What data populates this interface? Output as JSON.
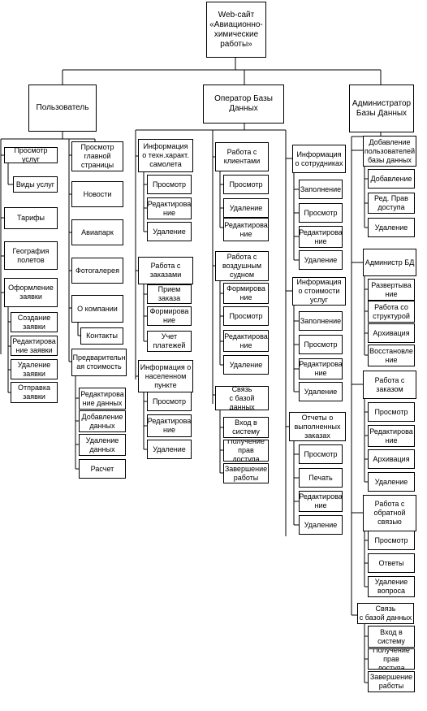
{
  "diagram": {
    "root": "Web-сайт\n«Авиационно-\nхимические\nработы»",
    "user": {
      "title": "Пользователь",
      "services": "Просмотр услуг",
      "service_types": "Виды услуг",
      "tariffs": "Тарифы",
      "geography": "География\nполетов",
      "application": "Оформление\nзаявки",
      "app_create": "Создание\nзаявки",
      "app_edit": "Редактирова\nние заявки",
      "app_delete": "Удаление\nзаявки",
      "app_send": "Отправка\nзаявки",
      "main_page": "Просмотр\nглавной\nстраницы",
      "news": "Новости",
      "fleet": "Авиапарк",
      "gallery": "Фотогалерея",
      "about": "О компании",
      "contacts": "Контакты",
      "prelim_cost": "Предварительн\nая стоимость",
      "cost_edit": "Редактирова\nние данных",
      "cost_add": "Добавление\nданных",
      "cost_delete": "Удаление\nданных",
      "calc": "Расчет"
    },
    "operator": {
      "title": "Оператор Базы\nДанных",
      "aircraft_info": "Информация\nо техн.характ.\nсамолета",
      "ai_view": "Просмотр",
      "ai_edit": "Редактирова\nние",
      "ai_delete": "Удаление",
      "orders": "Работа с\nзаказами",
      "ord_receive": "Прием\nзаказа",
      "ord_form": "Формирова\nние",
      "ord_payments": "Учет\nплатежей",
      "settlement": "Информация о\nнаселенном\nпункте",
      "set_view": "Просмотр",
      "set_edit": "Редактирова\nние",
      "set_delete": "Удаление",
      "clients": "Работа с\nклиентами",
      "cl_view": "Просмотр",
      "cl_delete": "Удаление",
      "cl_edit": "Редактирова\nние",
      "vessel": "Работа с\nвоздушным\nсудном",
      "ves_form": "Формирова\nние",
      "ves_view": "Просмотр",
      "ves_edit": "Редактирова\nние",
      "ves_delete": "Удаление",
      "db": "Связь\nс базой данных",
      "db_login": "Вход в\nсистему",
      "db_access": "Получение\nправ доступа",
      "db_finish": "Завершение\nработы",
      "staff": "Информация\nо сотрудниках",
      "st_fill": "Заполнение",
      "st_view": "Просмотр",
      "st_edit": "Редактирова\nние",
      "st_delete": "Удаление",
      "svc_cost": "Информация\nо стоимости\nуслуг",
      "sc_fill": "Заполнение",
      "sc_view": "Просмотр",
      "sc_edit": "Редактирова\nние",
      "sc_delete": "Удаление",
      "reports": "Отчеты о\nвыполненных\nзаказах",
      "rp_view": "Просмотр",
      "rp_print": "Печать",
      "rp_edit": "Редактирова\nние",
      "rp_delete": "Удаление"
    },
    "admin": {
      "title": "Администратор\nБазы Данных",
      "users": "Добавление\nпользователей\nбазы данных",
      "u_add": "Добавление",
      "u_rights": "Ред. Прав\nдоступа",
      "u_delete": "Удаление",
      "dbadmin": "Администр БД",
      "dba_deploy": "Развертыва\nние",
      "dba_struct": "Работа со\nструктурой",
      "dba_archive": "Архивация",
      "dba_restore": "Восстановле\nние",
      "orders": "Работа с\nзаказом",
      "ao_view": "Просмотр",
      "ao_edit": "Редактирова\nние",
      "ao_archive": "Архивация",
      "ao_delete": "Удаление",
      "feedback": "Работа с\nобратной\nсвязью",
      "fb_view": "Просмотр",
      "fb_answers": "Ответы",
      "fb_delete": "Удаление\nвопроса",
      "db": "Связь\nс базой данных",
      "db_login": "Вход в\nсистему",
      "db_access": "Получение\nправ доступа",
      "db_finish": "Завершение\nработы"
    }
  }
}
